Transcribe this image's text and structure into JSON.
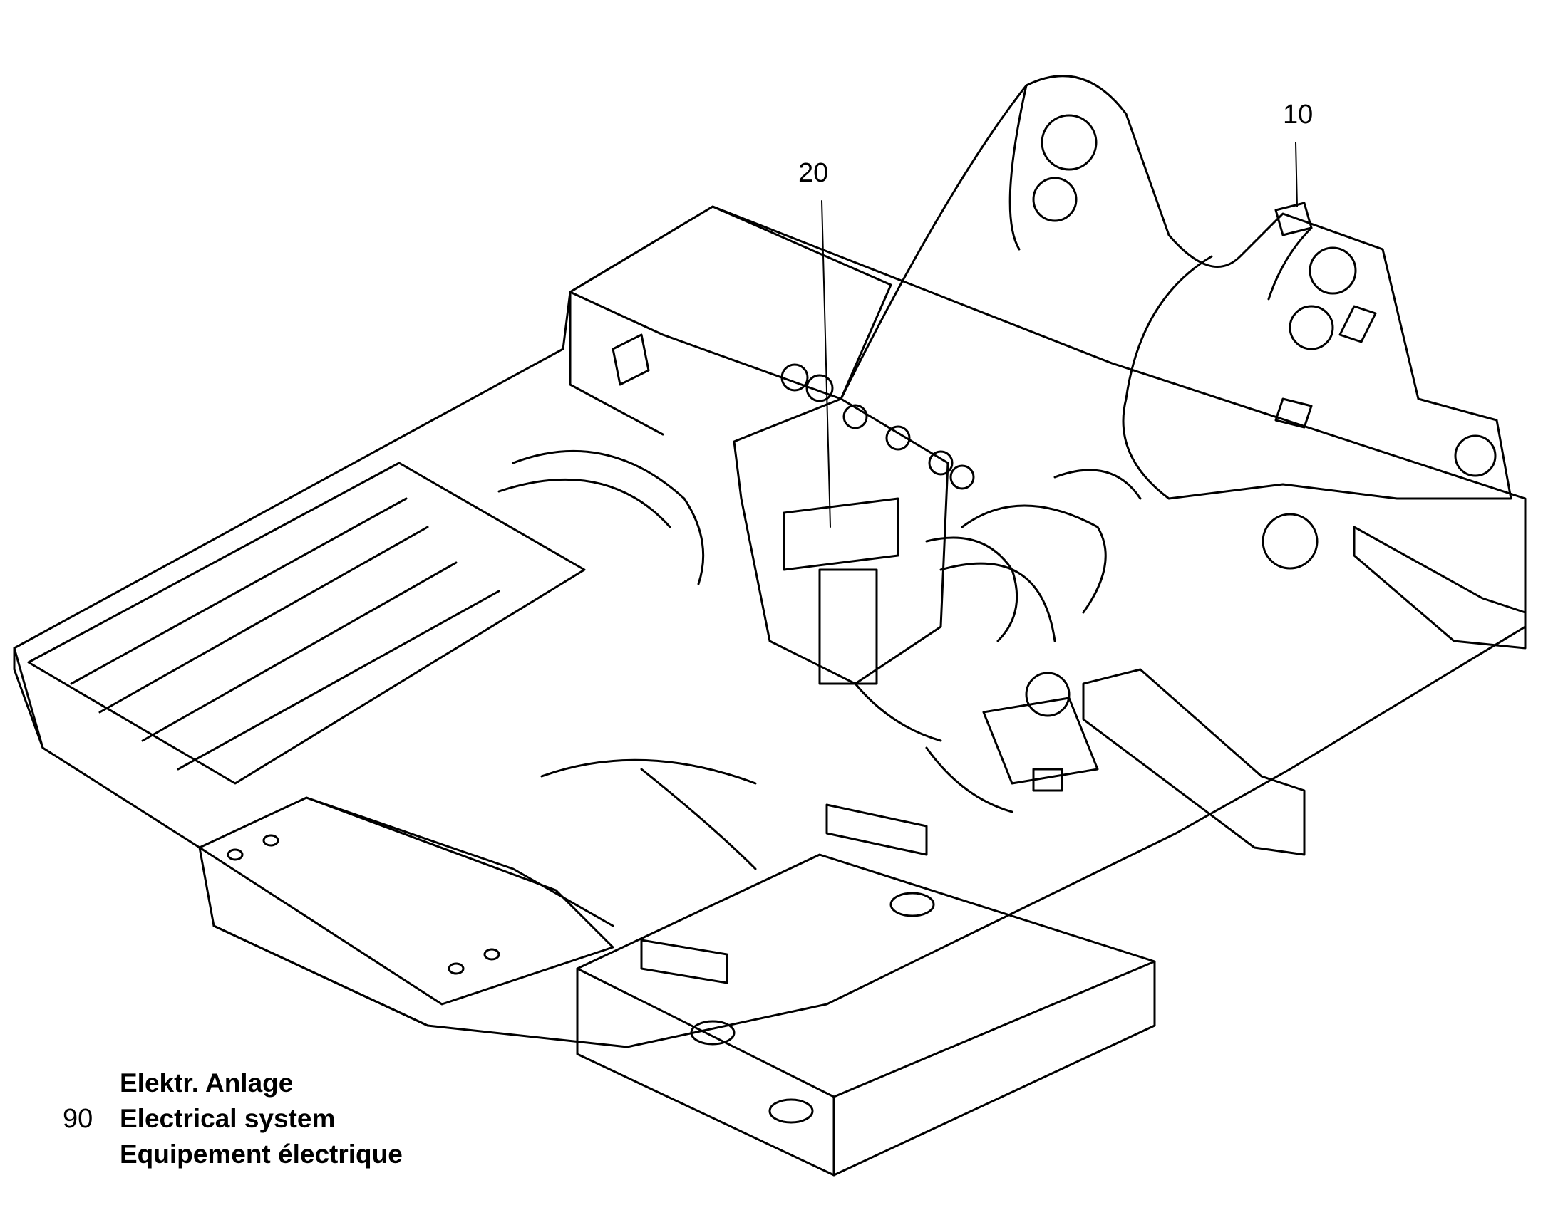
{
  "callouts": {
    "item_10": "10",
    "item_20": "20"
  },
  "caption": {
    "section_number": "90",
    "title_de": "Elektr. Anlage",
    "title_en": "Electrical system",
    "title_fr": "Equipement électrique"
  },
  "colors": {
    "line": "#000000",
    "paper": "#ffffff"
  }
}
